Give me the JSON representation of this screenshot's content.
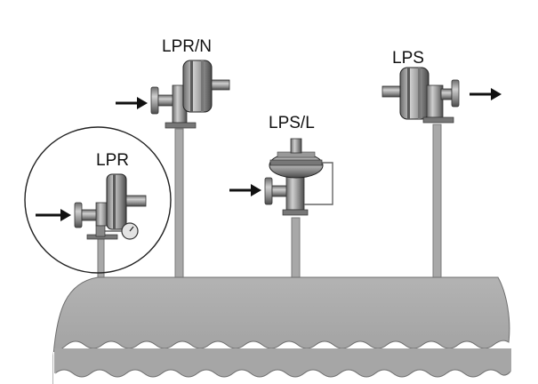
{
  "diagram": {
    "labels": {
      "lpr_n": "LPR/N",
      "lps": "LPS",
      "lps_l": "LPS/L",
      "lpr": "LPR"
    },
    "colors": {
      "tank": "#a9a9a9",
      "tank_edge": "#6e6e6e",
      "pipe": "#a8a8a8",
      "valve_dark": "#555555",
      "valve_mid": "#8c8c8c",
      "valve_light": "#c8c8c8",
      "arrow": "#111111"
    },
    "icons": [
      "flow-arrow-icon",
      "pressure-gauge-icon",
      "relief-valve-icon",
      "magnifier-circle-icon"
    ]
  }
}
